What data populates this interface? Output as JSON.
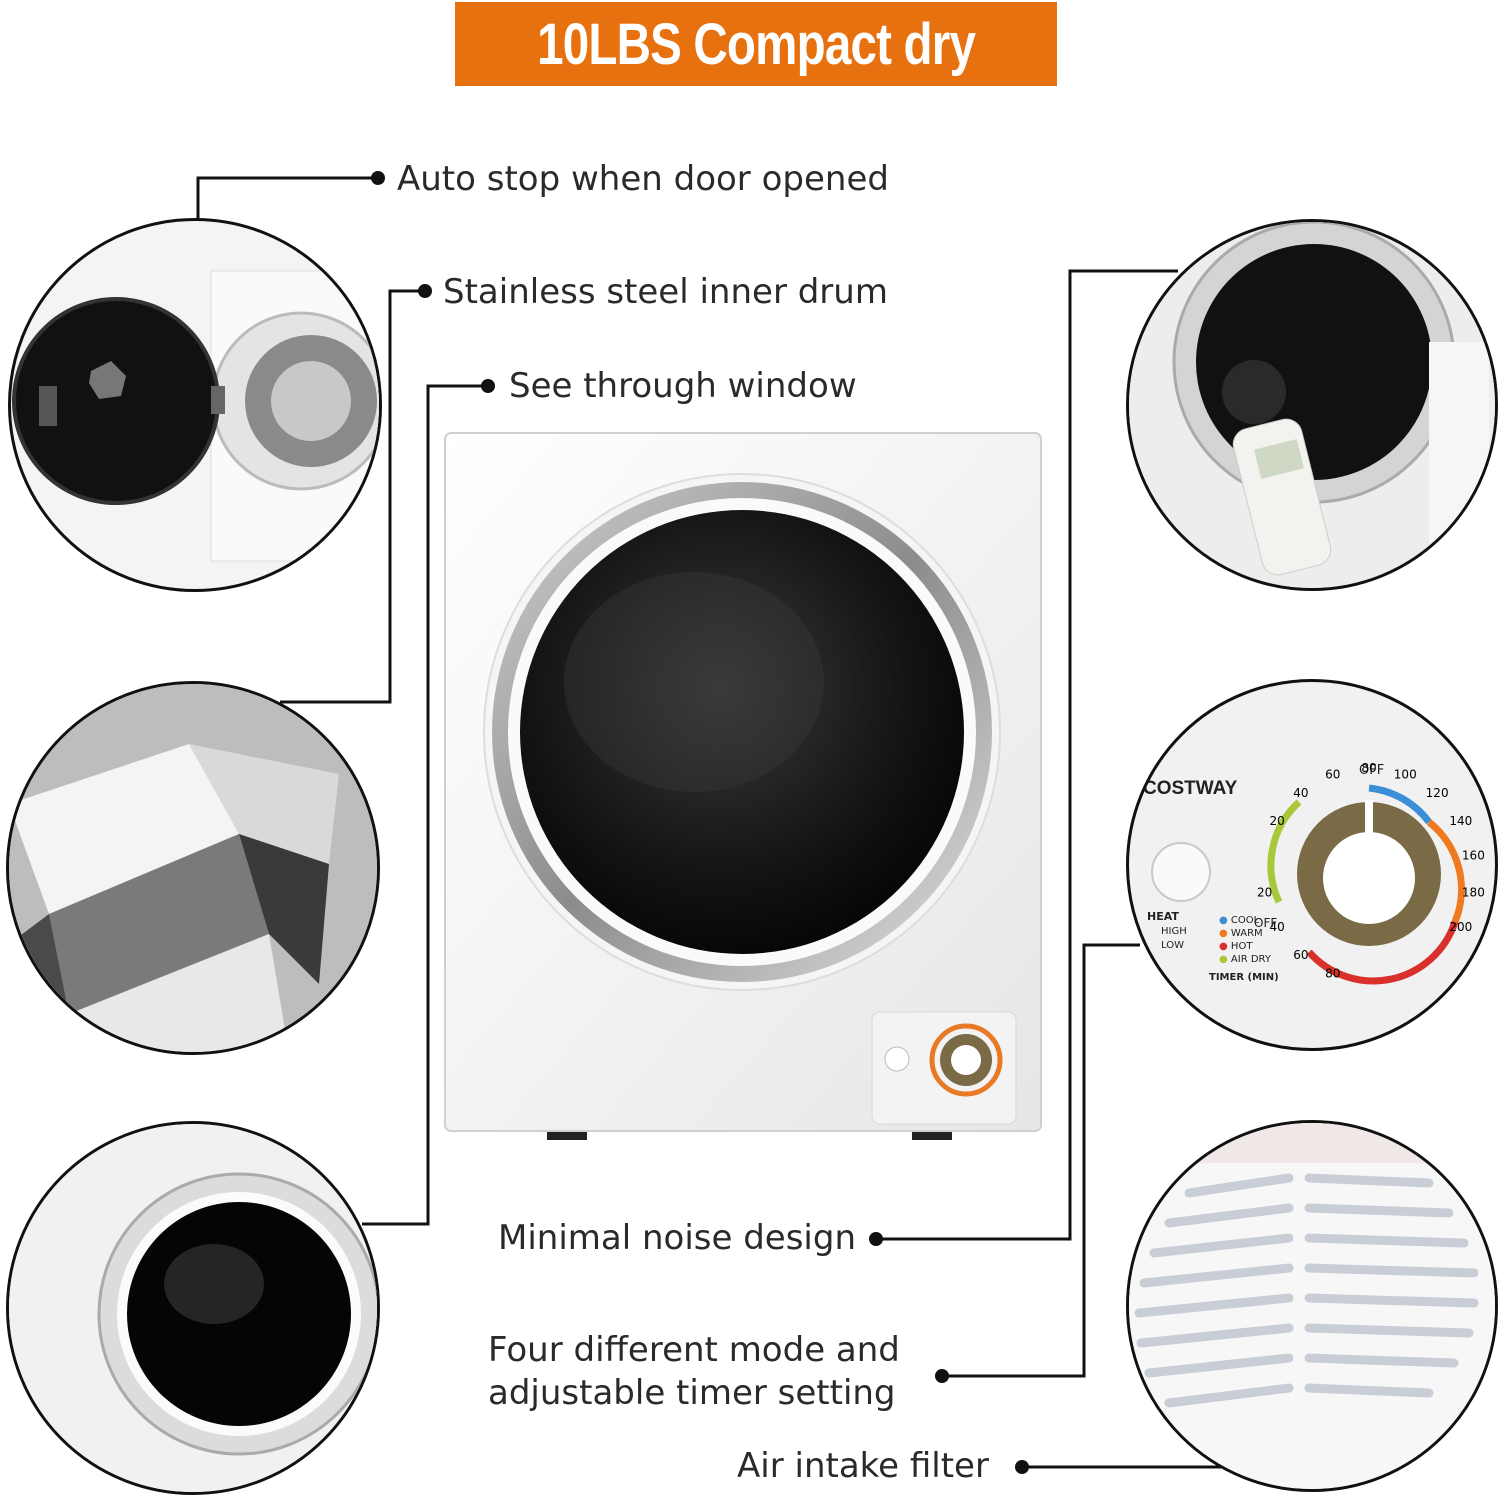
{
  "banner": {
    "title": "10LBS  Compact dry"
  },
  "features": {
    "auto_stop": "Auto stop when door opened",
    "inner_drum": "Stainless steel inner drum",
    "window": "See through window",
    "noise": "Minimal noise design",
    "modes_line1": "Four different mode and",
    "modes_line2": "adjustable timer setting",
    "filter": "Air intake filter"
  },
  "control_panel": {
    "brand": "COSTWAY",
    "heat_label": "HEAT",
    "heat_high": "HIGH",
    "heat_low": "LOW",
    "mode_cool": "COOL",
    "mode_warm": "WARM",
    "mode_hot": "HOT",
    "mode_air_dry": "AIR DRY",
    "timer_label": "TIMER (MIN)",
    "off_top": "OFF",
    "off_left": "OFF",
    "ticks": [
      "20",
      "40",
      "60",
      "80",
      "100",
      "120",
      "140",
      "160",
      "180",
      "200"
    ],
    "left_ticks": [
      "20",
      "40",
      "60",
      "80"
    ]
  },
  "colors": {
    "banner": "#e8710f",
    "cool": "#3a8fd6",
    "warm": "#f07a20",
    "hot": "#d8302a",
    "air_dry": "#a8c83a"
  }
}
